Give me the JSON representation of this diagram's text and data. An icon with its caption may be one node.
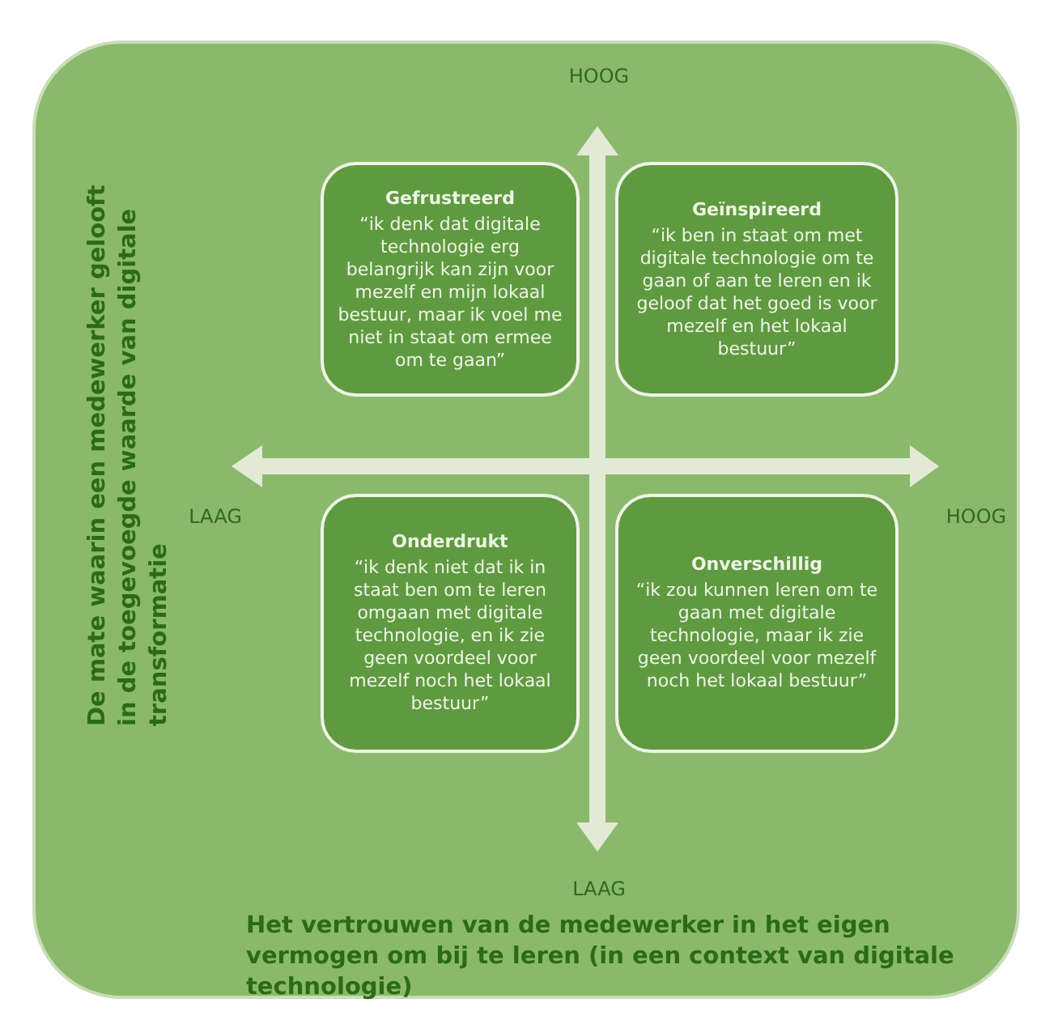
{
  "diagram": {
    "nodes": [
      {
        "text": [
          "Gefrustreerd",
          "“ik denk dat digitale technologie erg belangrijk kan zijn voor mezelf en mijn lokaal bestuur, maar ik voel me niet in staat om ermee om te gaan”"
        ]
      },
      {
        "text": [
          "Geïnspireerd",
          "“ik ben in staat om met digitale technologie om te gaan of aan te leren en ik geloof dat het goed is voor mezelf en het lokaal bestuur”"
        ]
      },
      {
        "text": [
          "Onderdrukt",
          "“ik denk niet dat ik in staat ben om te leren omgaan met digitale technologie, en ik zie geen voordeel voor mezelf noch het lokaal bestuur”"
        ]
      },
      {
        "text": [
          "Onverschillig",
          "“ik zou kunnen leren om te gaan met digitale technologie, maar ik zie geen voordeel voor mezelf noch het lokaal bestuur”"
        ]
      }
    ],
    "edges": [],
    "labels": [
      "HOOG",
      "De mate waarin een medewerker gelooft in de toegevoegde waarde van digitale transformatie",
      "LAAG",
      "HOOG",
      "LAAG",
      "Het vertrouwen van de medewerker in het eigen vermogen om bij te leren (in een context van digitale technologie)"
    ]
  }
}
